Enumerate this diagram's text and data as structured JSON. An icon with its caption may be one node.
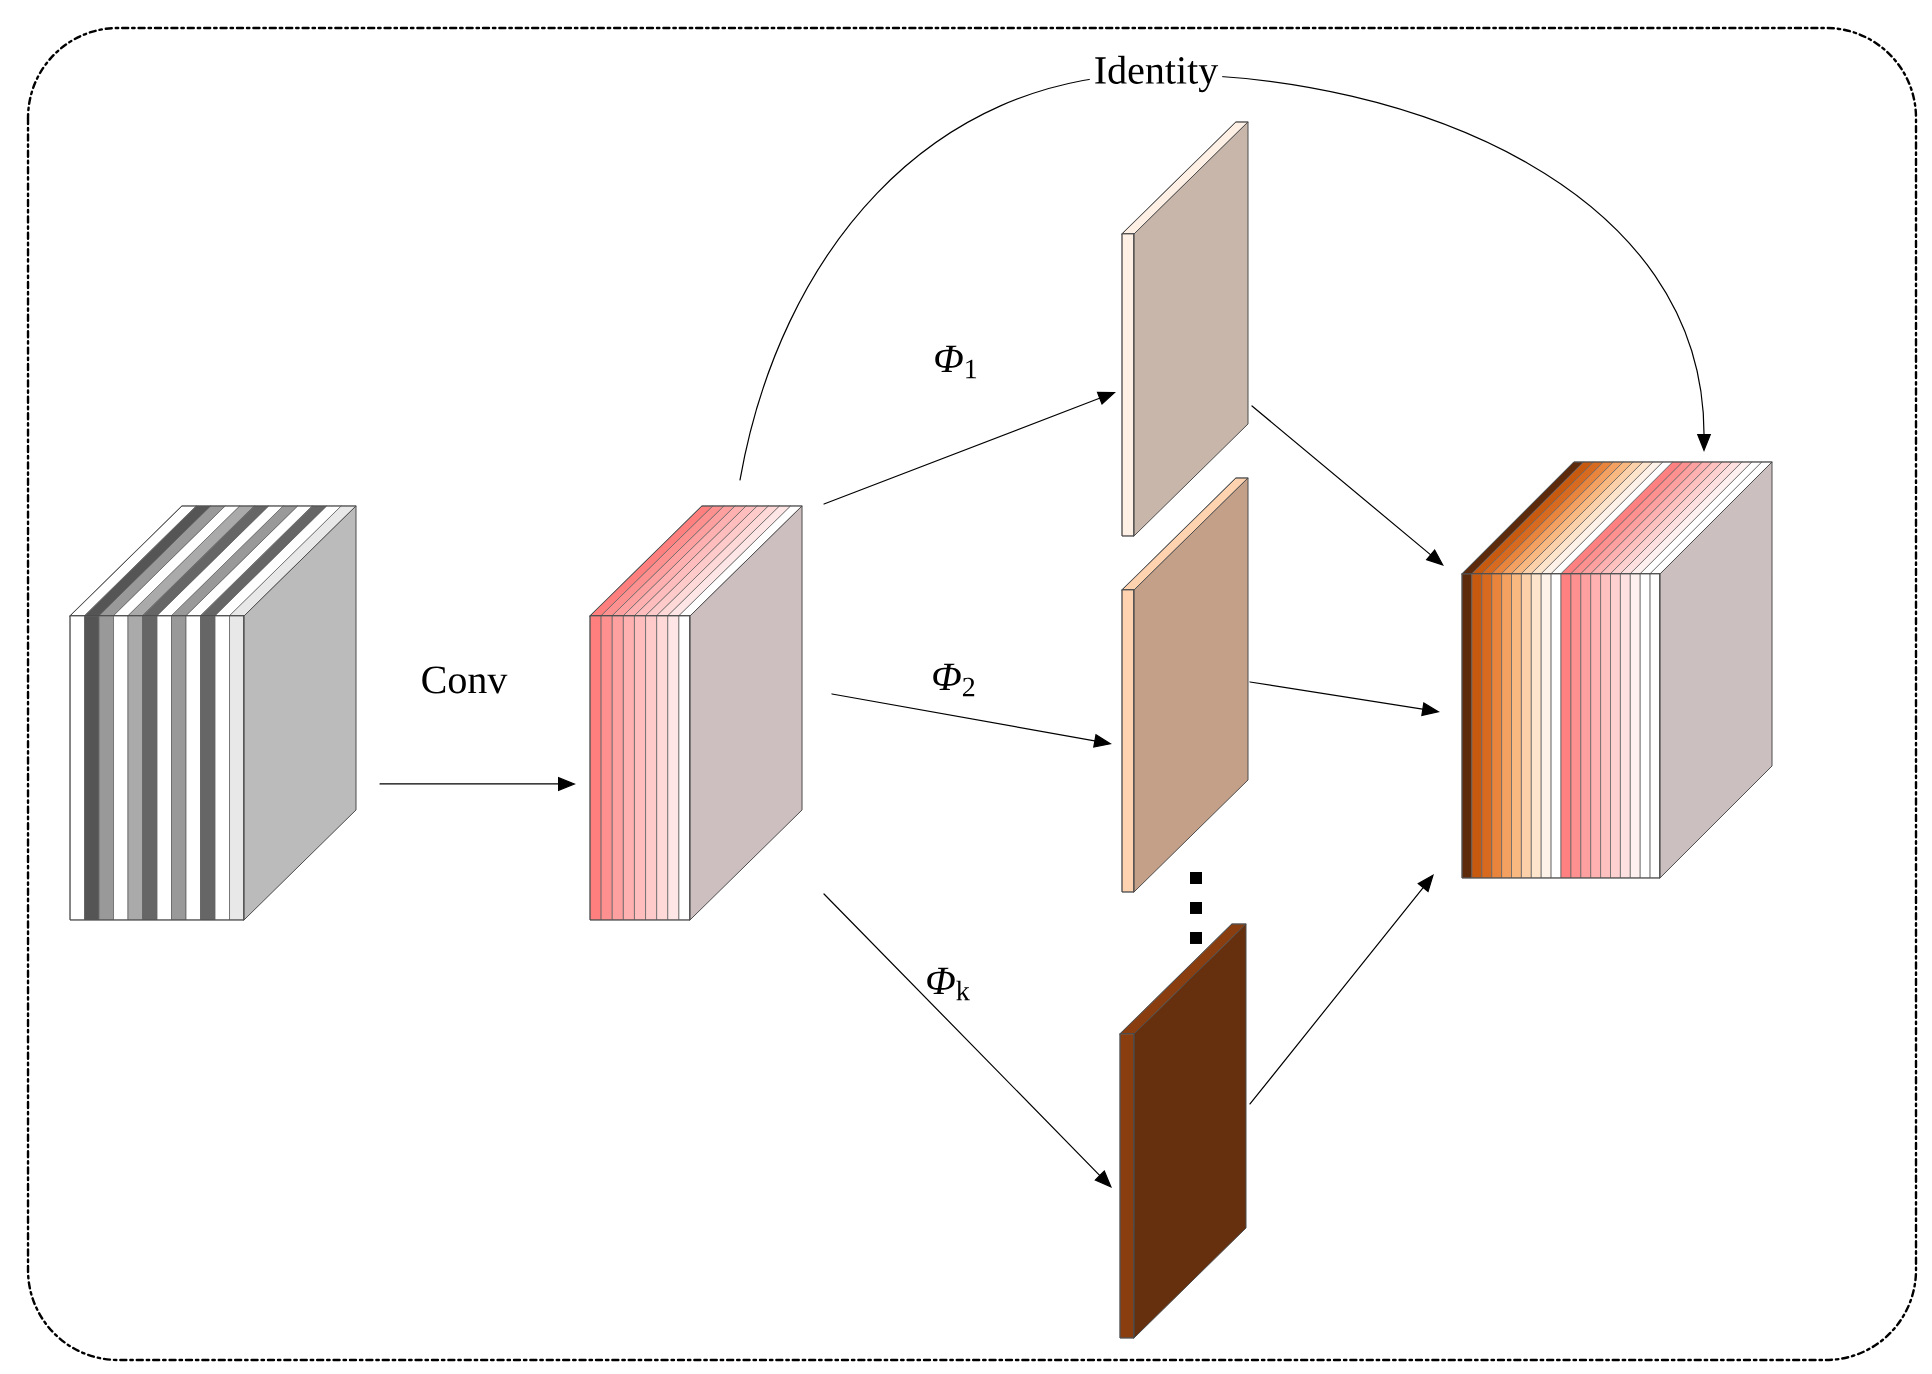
{
  "diagram": {
    "nodes": [
      {
        "text": [],
        "shape": "box"
      },
      {
        "text": [],
        "shape": "box"
      },
      {
        "text": [],
        "shape": "box"
      },
      {
        "text": [],
        "shape": "box"
      },
      {
        "text": [],
        "shape": "box"
      },
      {
        "text": [],
        "shape": "box"
      }
    ],
    "edges": [
      {
        "from": 0,
        "to": 1,
        "arrow": "to",
        "label": "Conv"
      },
      {
        "from": 1,
        "to": 2,
        "arrow": "to",
        "label": "*Φ*$_{1}$"
      },
      {
        "from": 1,
        "to": 3,
        "arrow": "to",
        "label": "*Φ*$_{2}$"
      },
      {
        "from": 1,
        "to": 4,
        "arrow": "to",
        "label": "*Φ*$_{k}$"
      },
      {
        "from": 2,
        "to": 5,
        "arrow": "to"
      },
      {
        "from": 3,
        "to": 5,
        "arrow": "to"
      },
      {
        "from": 4,
        "to": 5,
        "arrow": "to"
      },
      {
        "from": 1,
        "to": 5,
        "arrow": "to",
        "label": "Identity"
      }
    ]
  }
}
